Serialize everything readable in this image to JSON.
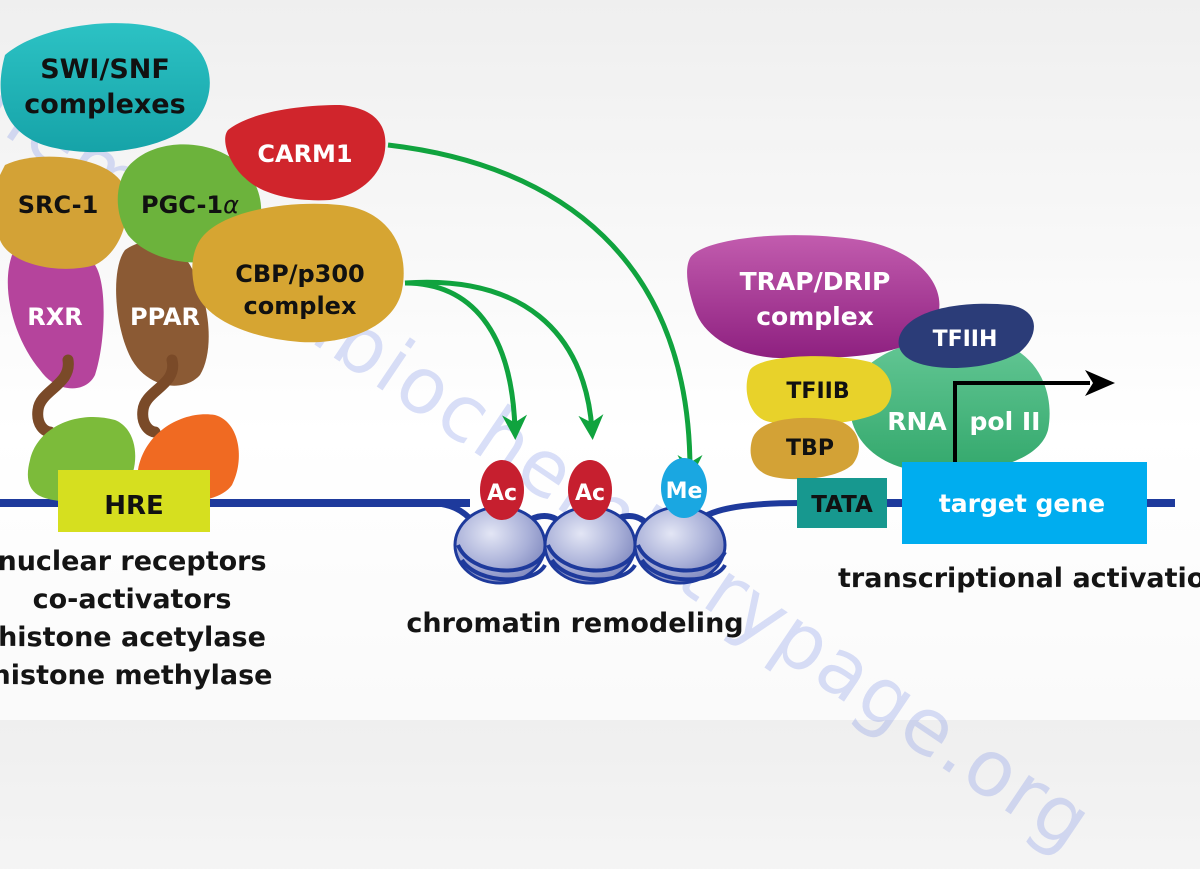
{
  "diagram": {
    "title": "Nuclear receptor co-activator complexes and transcriptional activation",
    "colors": {
      "dna_line": "#1e3a9c",
      "arrow_green": "#10a33e",
      "promoter_arrow": "#000000",
      "swi_snf": "#1fb5b8",
      "carm1": "#d0252c",
      "src1": "#d3a236",
      "pgc1a": "#6cb33c",
      "cbp_p300": "#d6a532",
      "rxr": "#b5449c",
      "ppar": "#8b5a34",
      "ligand_green": "#7cbb3a",
      "ligand_orange": "#f06a22",
      "hre": "#d6df1f",
      "acetyl": "#c61f2f",
      "methyl": "#1aa7e1",
      "nucleosome": "#9aa2cf",
      "trap_drip": "#a02b8c",
      "tfiih": "#2b3c78",
      "rna_pol_ii": "#3fb77a",
      "tfiib": "#e8d22a",
      "tbp": "#d3a236",
      "tata": "#17988f",
      "target_gene": "#00adef"
    },
    "proteins": {
      "swi_snf_line1": "SWI/SNF",
      "swi_snf_line2": "complexes",
      "carm1": "CARM1",
      "src1": "SRC-1",
      "pgc1a_prefix": "PGC-1",
      "pgc1a_greek": "α",
      "cbp_line1": "CBP/p300",
      "cbp_line2": "complex",
      "rxr": "RXR",
      "ppar": "PPAR",
      "trap_line1": "TRAP/DRIP",
      "trap_line2": "complex",
      "tfiih": "TFIIH",
      "tfiib": "TFIIB",
      "rna_pol_ii_a": "RNA",
      "rna_pol_ii_b": "pol II",
      "tbp": "TBP"
    },
    "dna_elements": {
      "hre": "HRE",
      "tata": "TATA",
      "target_gene": "target gene"
    },
    "histone_marks": [
      {
        "label": "Ac",
        "type": "acetylation"
      },
      {
        "label": "Ac",
        "type": "acetylation"
      },
      {
        "label": "Me",
        "type": "methylation"
      }
    ],
    "captions": {
      "left": [
        "nuclear receptors",
        "co-activators",
        "histone acetylase",
        "histone methylase"
      ],
      "middle": "chromatin remodeling",
      "right": "transcriptional activation"
    },
    "watermark": "themedicalbiochemistrypage.org"
  }
}
